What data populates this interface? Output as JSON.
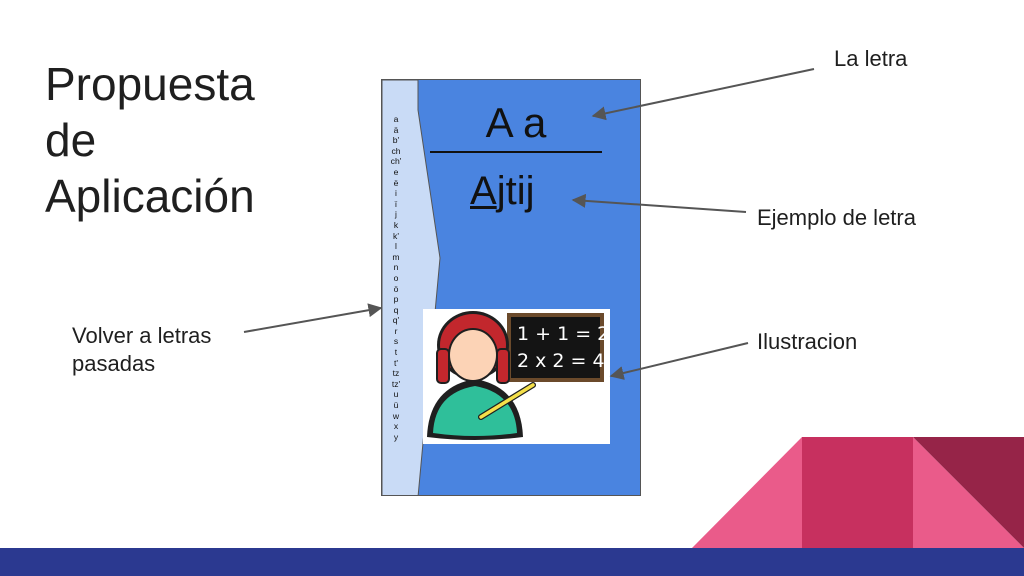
{
  "title_lines": [
    "Propuesta",
    "de",
    "Aplicación"
  ],
  "letter_display": "A a",
  "example_word": {
    "first": "A",
    "rest": "jtij"
  },
  "alphabet": [
    "a",
    "ä",
    "b'",
    "ch",
    "ch'",
    "e",
    "ë",
    "i",
    "ï",
    "j",
    "k",
    "k'",
    "l",
    "m",
    "n",
    "o",
    "ö",
    "p",
    "q",
    "q'",
    "r",
    "s",
    "t",
    "t'",
    "tz",
    "tz'",
    "u",
    "ü",
    "w",
    "x",
    "y"
  ],
  "chalkboard": {
    "line1": "1 + 1 = 2",
    "line2": "2 x 2 = 4"
  },
  "labels": {
    "la_letra": "La letra",
    "ejemplo": "Ejemplo de letra",
    "ilustracion": "Ilustracion",
    "volver": [
      "Volver a letras",
      "pasadas"
    ]
  },
  "colors": {
    "phone_blue": "#4a84e0",
    "side_panel": "#c9dbf6",
    "pink": "#ea5b8a",
    "crimson": "#c7305f",
    "maroon": "#962448",
    "navy": "#2b3990"
  }
}
